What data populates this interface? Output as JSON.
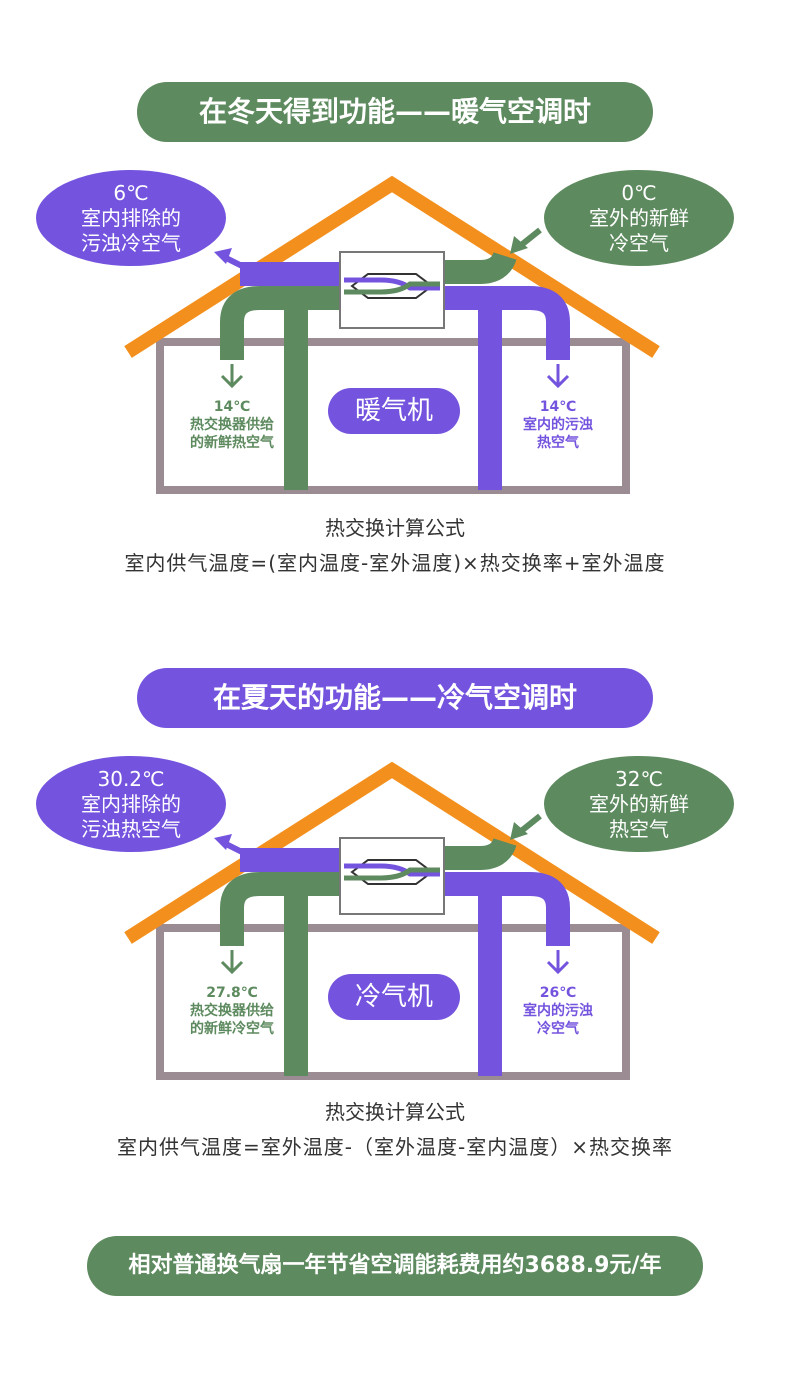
{
  "winter": {
    "title": "在冬天得到功能——暖气空调时",
    "exhaust": {
      "temp": "6℃",
      "line1": "室内排除的",
      "line2": "污浊冷空气"
    },
    "fresh": {
      "temp": "0℃",
      "line1": "室外的新鲜",
      "line2": "冷空气"
    },
    "supply": {
      "temp": "14℃",
      "line1": "热交换器供给",
      "line2": "的新鲜热空气"
    },
    "indoor": {
      "temp": "14℃",
      "line1": "室内的污浊",
      "line2": "热空气"
    },
    "machine": "暖气机",
    "formula_title": "热交换计算公式",
    "formula": "室内供气温度=(室内温度-室外温度)×热交换率+室外温度"
  },
  "summer": {
    "title": "在夏天的功能——冷气空调时",
    "exhaust": {
      "temp": "30.2℃",
      "line1": "室内排除的",
      "line2": "污浊热空气"
    },
    "fresh": {
      "temp": "32℃",
      "line1": "室外的新鲜",
      "line2": "热空气"
    },
    "supply": {
      "temp": "27.8℃",
      "line1": "热交换器供给",
      "line2": "的新鲜冷空气"
    },
    "indoor": {
      "temp": "26℃",
      "line1": "室内的污浊",
      "line2": "冷空气"
    },
    "machine": "冷气机",
    "formula_title": "热交换计算公式",
    "formula": "室内供气温度=室外温度-（室外温度-室内温度）×热交换率"
  },
  "footer": "相对普通换气扇一年节省空调能耗费用约3688.9元/年",
  "colors": {
    "green": "#5d8a5e",
    "purple": "#7454de",
    "roof": "#f3901d",
    "wall": "#9b8b93"
  }
}
